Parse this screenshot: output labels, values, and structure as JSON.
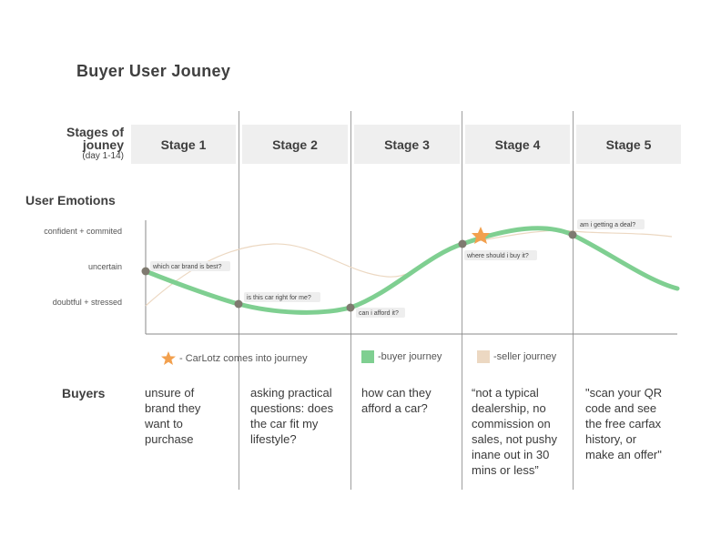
{
  "title": "Buyer User Jouney",
  "stages_label": {
    "main": "Stages of jouney",
    "sub": "(day 1-14)"
  },
  "stages": [
    "Stage 1",
    "Stage 2",
    "Stage 3",
    "Stage 4",
    "Stage 5"
  ],
  "emotions_label": "User Emotions",
  "y_levels": [
    "confident + commited",
    "uncertain",
    "doubtful + stressed"
  ],
  "annotations": [
    "which car brand is best?",
    "is this car right for me?",
    "can i afford it?",
    "where should i buy it?",
    "am i getting a deal?"
  ],
  "legend": {
    "carlotz": "- CarLotz comes into journey",
    "buyer": "-buyer journey",
    "seller": "-seller journey"
  },
  "colors": {
    "buyer": "#7fcf91",
    "seller": "#ecd8c2",
    "star": "#f2a04e",
    "point": "#7f7a70",
    "stage_box": "#efefef"
  },
  "buyers_label": "Buyers",
  "buyers": [
    [
      "unsure of",
      "brand they",
      "want to",
      "purchase"
    ],
    [
      "asking practical",
      "questions: does",
      "the car fit my",
      "lifestyle?"
    ],
    [
      "how can they",
      "afford a car?"
    ],
    [
      "“not a typical",
      "dealership, no",
      "commission on",
      "sales, not pushy",
      "inane out in 30",
      "mins or less”"
    ],
    [
      "\"scan your QR",
      "code and see",
      "the free carfax",
      "history, or",
      "make an offer\""
    ]
  ]
}
